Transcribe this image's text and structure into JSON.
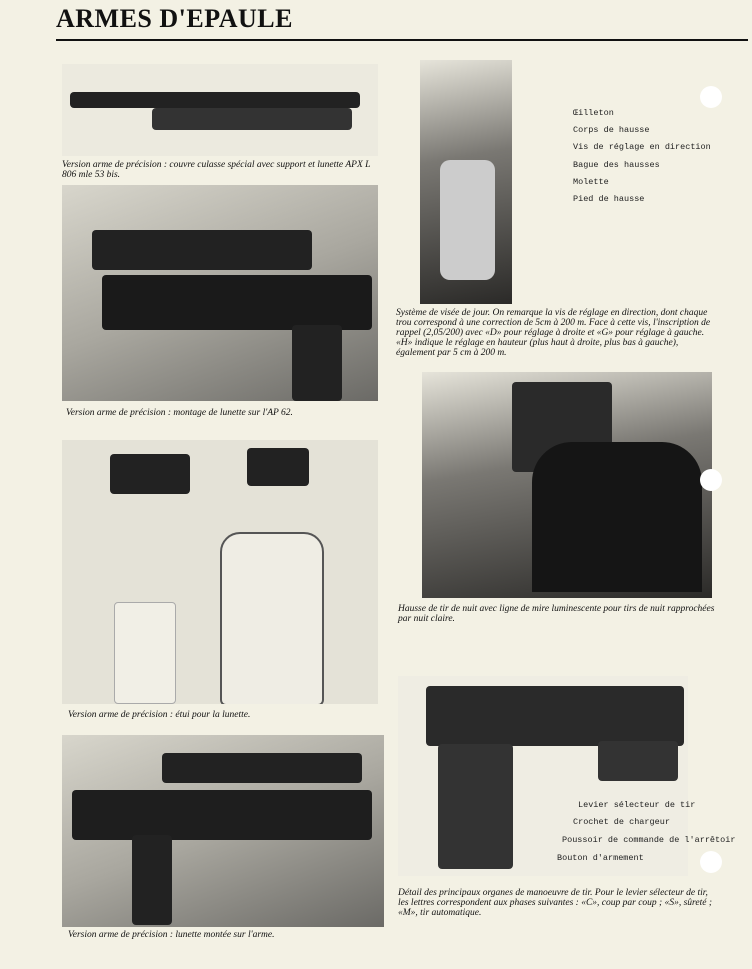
{
  "page_title": "ARMES D'EPAULE",
  "captions": {
    "apx": "Version arme de précision : couvre culasse spécial avec support et lunette APX L 806 mle 53 bis.",
    "ap62": "Version arme de précision : montage de lunette sur l'AP 62.",
    "etui": "Version arme de précision : étui pour la lunette.",
    "montee": "Version arme de précision : lunette montée sur l'arme.",
    "visee": "Système de visée de jour. On remarque la vis de réglage en direction, dont chaque trou correspond à une correction de 5cm à 200 m. Face à cette vis, l'inscription de rappel (2,05/200) avec «D» pour réglage à droite et «G» pour réglage à gauche. «H» indique le réglage en hauteur (plus haut à droite, plus bas à gauche), également par 5 cm à 200 m.",
    "nuit": "Hausse de tir de nuit avec ligne de mire luminescente pour tirs de nuit rapprochées par nuit claire.",
    "organes": "Détail des principaux organes de manoeuvre de tir. Pour le levier sélecteur de tir, les lettres correspondent aux phases suivantes : «C», coup par coup ; «S», sûreté ; «M», tir automatique."
  },
  "sight_labels": [
    "Œilleton",
    "Corps de hausse",
    "Vis de réglage en direction",
    "Bague des hausses",
    "Molette",
    "Pied de hausse"
  ],
  "control_labels": [
    "Levier sélecteur de tir",
    "Crochet de chargeur",
    "Poussoir de commande de l'arrêtoir",
    "Bouton d'armement"
  ]
}
